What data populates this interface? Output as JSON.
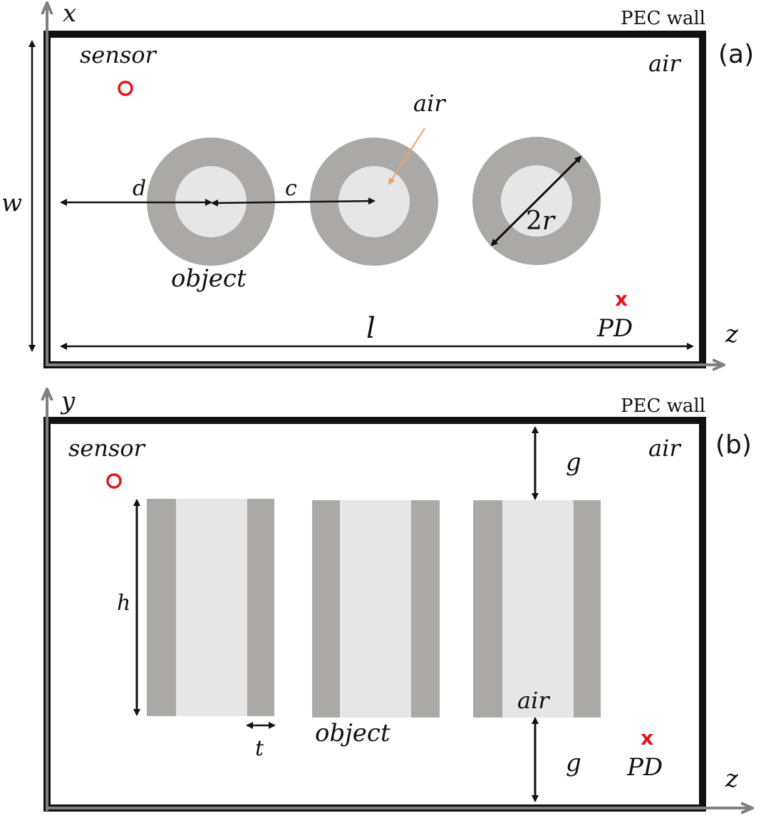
{
  "colors": {
    "wall": "#111111",
    "axis": "#808080",
    "shell": "#aba9a8",
    "core": "#e6e6e6",
    "marker": "#e8131a",
    "arrow": "#111111",
    "pointer": "#f4a064"
  },
  "panel_a": {
    "panel_label": "(a)",
    "wall_label": "PEC wall",
    "axis_vertical": "x",
    "axis_horizontal": "z",
    "sensor_label": "sensor",
    "medium_label": "air",
    "core_label": "air",
    "object_label": "object",
    "pd_marker": "x",
    "pd_label": "PD",
    "dim_width": "w",
    "dim_length": "l",
    "dim_offset": "d",
    "dim_spacing": "c",
    "dim_diameter_value": "2",
    "dim_diameter_symbol": "r"
  },
  "panel_b": {
    "panel_label": "(b)",
    "wall_label": "PEC wall",
    "axis_vertical": "y",
    "axis_horizontal": "z",
    "sensor_label": "sensor",
    "medium_label": "air",
    "core_label": "air",
    "object_label": "object",
    "pd_marker": "x",
    "pd_label": "PD",
    "dim_gap_top": "g",
    "dim_gap_bottom": "g",
    "dim_height": "h",
    "dim_thickness": "t"
  }
}
